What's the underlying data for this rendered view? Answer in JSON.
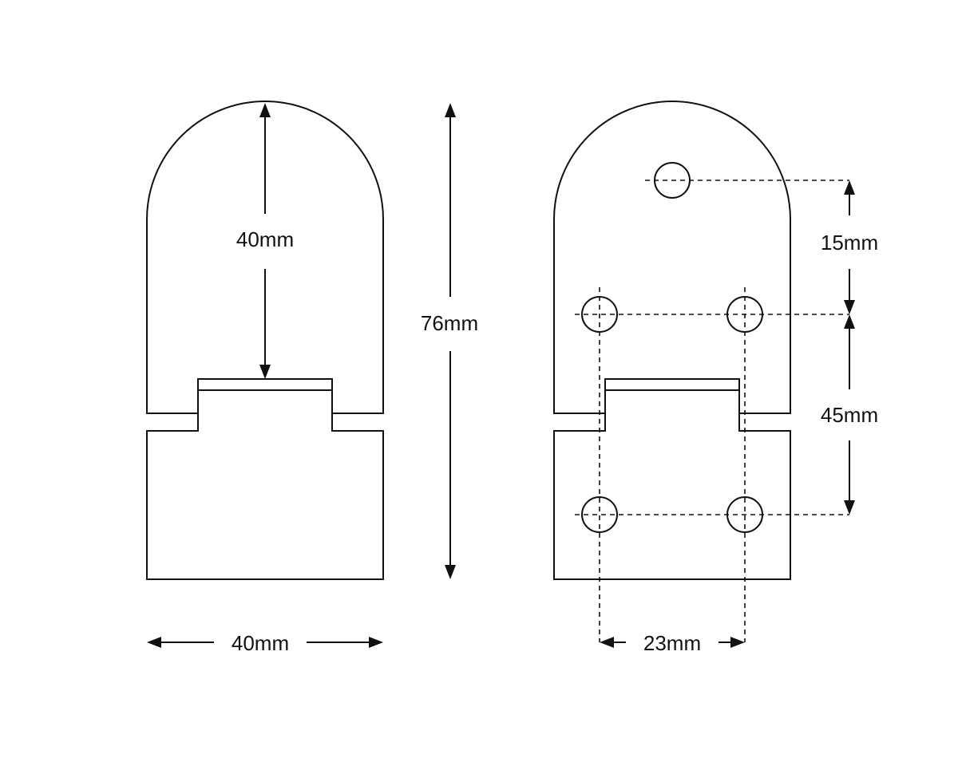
{
  "dimensions": {
    "front_width": "40mm",
    "front_inner_height": "40mm",
    "overall_height": "76mm",
    "top_hole_offset": "15mm",
    "hole_row_spacing": "45mm",
    "hole_col_spacing": "23mm"
  },
  "colors": {
    "stroke": "#111111",
    "background": "#ffffff"
  }
}
